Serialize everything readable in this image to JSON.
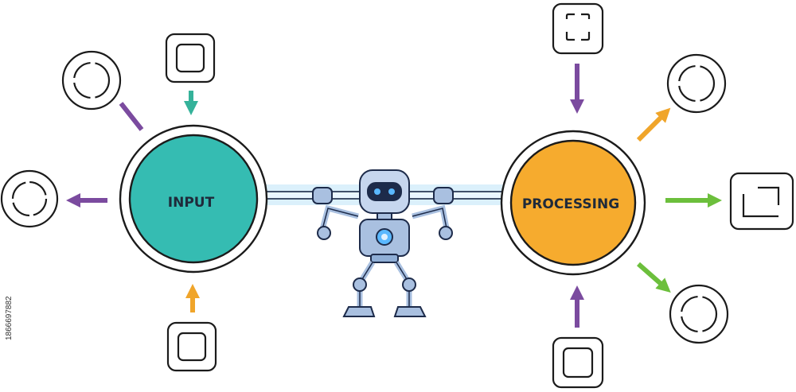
{
  "hubs": {
    "input": {
      "label": "INPUT",
      "color": "#35bcb2"
    },
    "processing": {
      "label": "PROCESSING",
      "color": "#f6ab2e"
    }
  },
  "arrow_colors": {
    "teal": "#35b29a",
    "purple": "#7b4b9f",
    "orange": "#f0a52a",
    "green": "#6cbf3c"
  },
  "connector_color": "#bde3f7",
  "robot_colors": {
    "body": "#a9c0e0",
    "visor": "#1d2b4a",
    "eyes": "#5ab8ff"
  },
  "icons": {
    "input_top": "square-icon",
    "input_upper_left": "circle-icon",
    "input_left": "circle-icon",
    "input_bottom": "square-icon",
    "processing_top": "bracket-square-icon",
    "processing_upper_right": "circle-icon",
    "processing_right": "bracket-square-icon",
    "processing_lower_right": "circle-icon",
    "processing_bottom": "square-icon"
  },
  "stock_id": "1866697882"
}
